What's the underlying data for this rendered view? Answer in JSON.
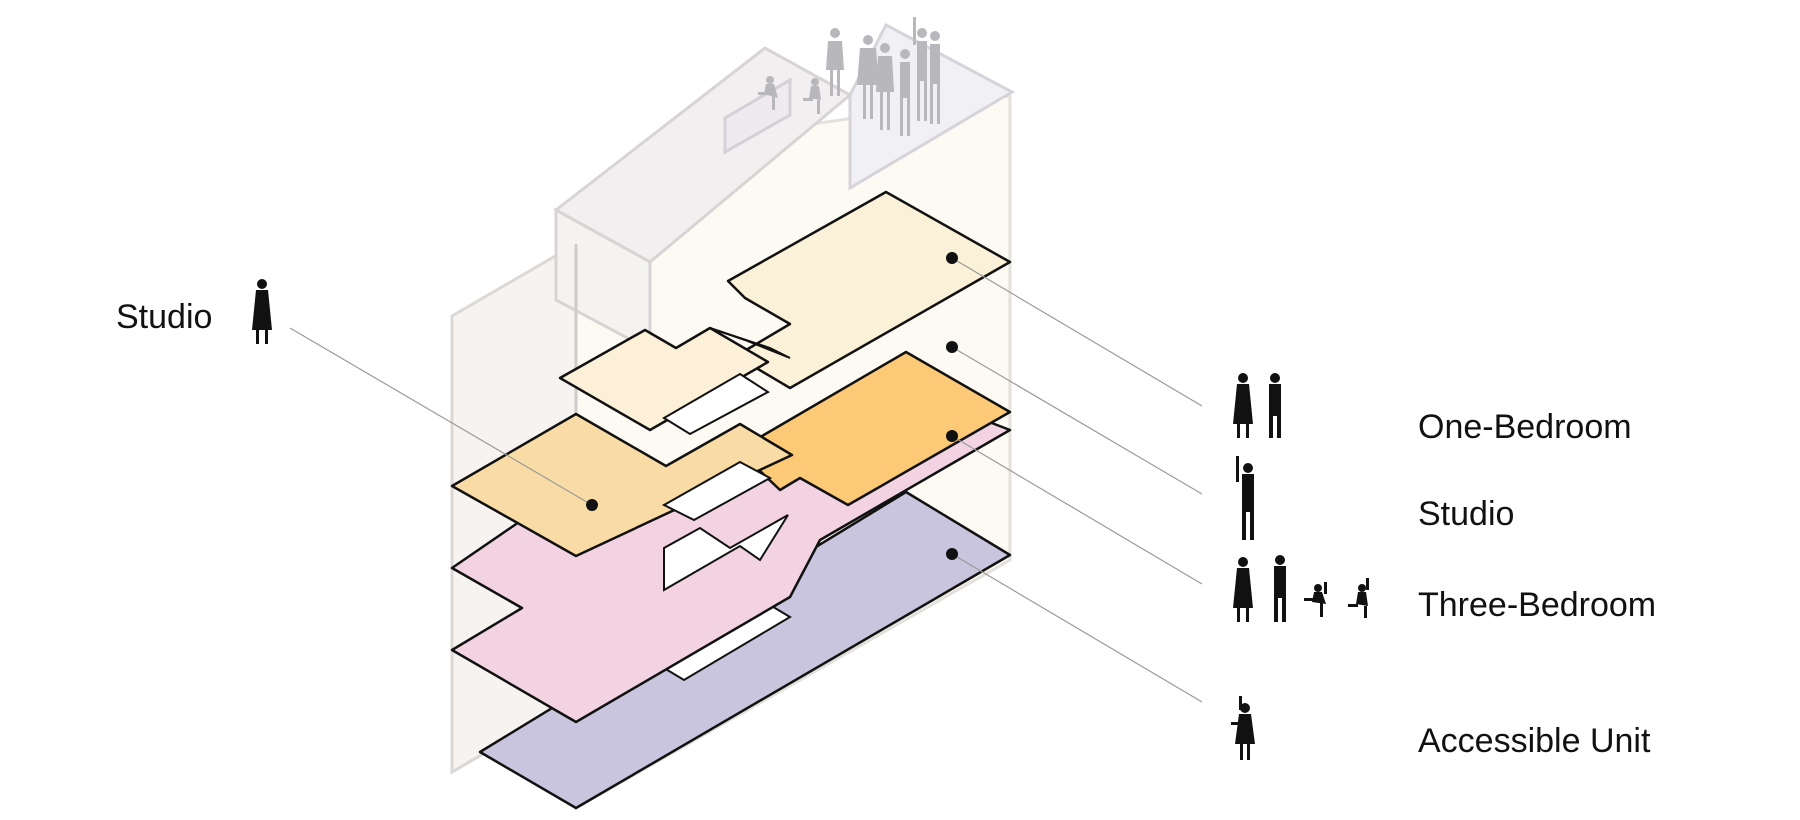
{
  "diagram": {
    "labels": {
      "left_studio": "Studio",
      "one_bedroom": "One-Bedroom",
      "studio": "Studio",
      "three_bedroom": "Three-Bedroom",
      "accessible_unit": "Accessible Unit"
    },
    "colors": {
      "one_bedroom_floor": "#fbf0d8",
      "studio_floor": "#fcc977",
      "studio_left_floor": "#f9dca5",
      "three_bedroom_floor": "#f3d3e2",
      "accessible_floor": "#c9c5de",
      "building_ghost": "#f6f2ef",
      "outline": "#111111",
      "leader": "#9a9a9a"
    },
    "icons": [
      "person-silhouette-icon",
      "child-silhouette-icon",
      "leader-dot-icon"
    ]
  }
}
